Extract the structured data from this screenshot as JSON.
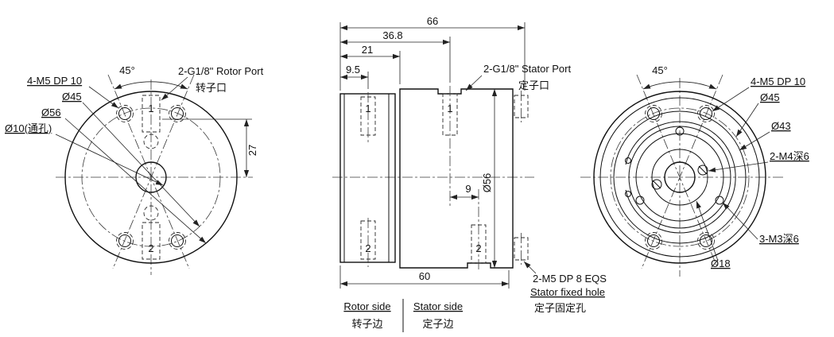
{
  "drawing": {
    "left_view": {
      "angle": "45°",
      "m5_label": "4-M5 DP 10",
      "d45": "Ø45",
      "d56": "Ø56",
      "d10": "Ø10(通孔)",
      "rotor_port_en": "2-G1/8\" Rotor Port",
      "rotor_port_cn": "转子口",
      "dim_27": "27",
      "port1": "1",
      "port2": "2"
    },
    "section_view": {
      "dim_66": "66",
      "dim_36_8": "36.8",
      "dim_21": "21",
      "dim_9_5": "9.5",
      "dim_9": "9",
      "dim_d56": "Ø56",
      "dim_60": "60",
      "stator_port_en": "2-G1/8\" Stator Port",
      "stator_port_cn": "定子口",
      "fixed_hole_line1": "2-M5 DP 8 EQS",
      "fixed_hole_line2": "Stator fixed hole",
      "fixed_hole_cn": "定子固定孔",
      "rotor_side_en": "Rotor side",
      "rotor_side_cn": "转子边",
      "stator_side_en": "Stator side",
      "stator_side_cn": "定子边",
      "rotor_port1": "1",
      "rotor_port2": "2",
      "stator_port1": "1",
      "stator_port2": "2"
    },
    "right_view": {
      "angle": "45°",
      "m5_label": "4-M5 DP 10",
      "d45": "Ø45",
      "d43": "Ø43",
      "m4_label": "2-M4深6",
      "m3_label": "3-M3深6",
      "d18": "Ø18"
    }
  }
}
